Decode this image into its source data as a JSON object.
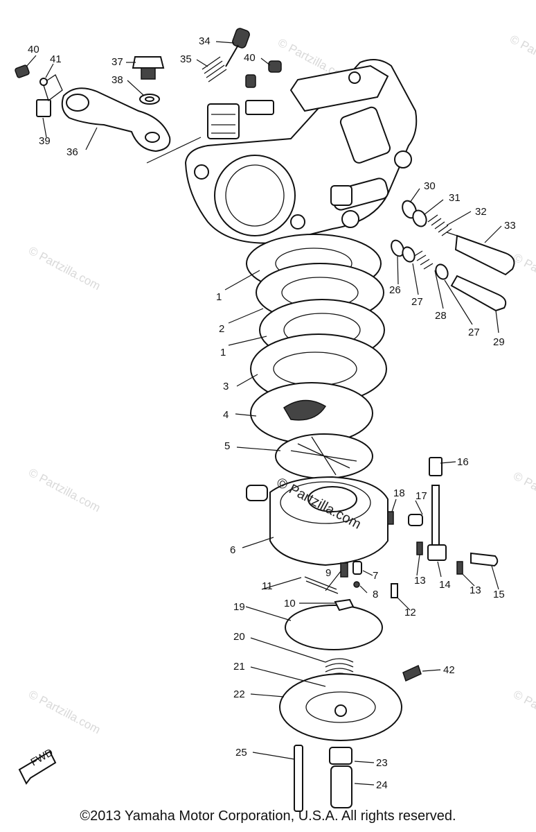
{
  "watermark": {
    "text": "© Partzilla.com",
    "center_text": "© Partzilla.com"
  },
  "labels": {
    "p1a": "1",
    "p2": "2",
    "p1b": "1",
    "p3": "3",
    "p4": "4",
    "p5": "5",
    "p6": "6",
    "p7": "7",
    "p8": "8",
    "p9": "9",
    "p10": "10",
    "p11": "11",
    "p12": "12",
    "p13a": "13",
    "p13b": "13",
    "p14": "14",
    "p15": "15",
    "p16": "16",
    "p17": "17",
    "p18": "18",
    "p19": "19",
    "p20": "20",
    "p21": "21",
    "p22": "22",
    "p23": "23",
    "p24": "24",
    "p25": "25",
    "p26": "26",
    "p27a": "27",
    "p27b": "27",
    "p28": "28",
    "p29": "29",
    "p30": "30",
    "p31": "31",
    "p32": "32",
    "p33": "33",
    "p34": "34",
    "p35": "35",
    "p36": "36",
    "p37": "37",
    "p38": "38",
    "p39": "39",
    "p40a": "40",
    "p40b": "40",
    "p41": "41",
    "p42": "42"
  },
  "fwd_arrow_label": "FWD",
  "copyright": "©2013  Yamaha Motor Corporation, U.S.A. All rights reserved."
}
